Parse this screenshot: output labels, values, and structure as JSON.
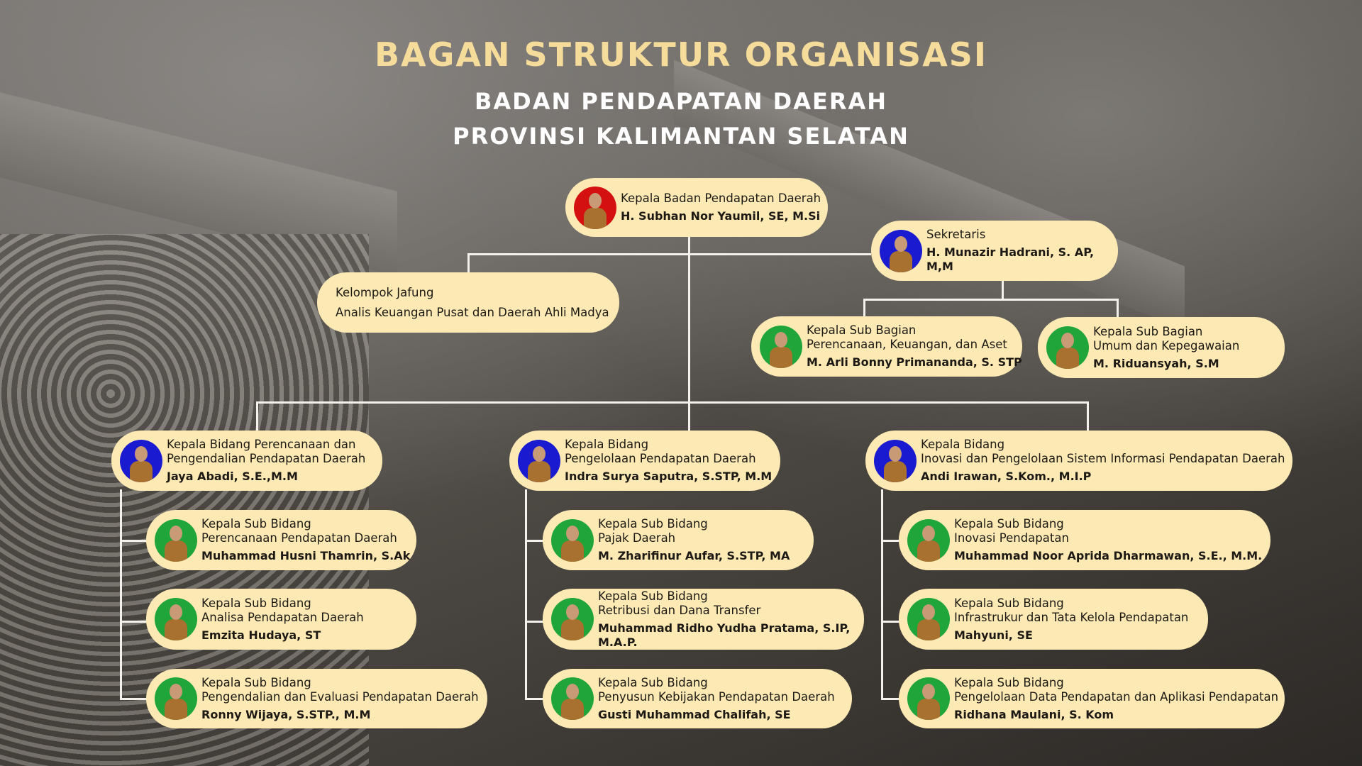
{
  "header": {
    "title": "BAGAN STRUKTUR ORGANISASI",
    "subtitle1": "BADAN PENDAPATAN DAERAH",
    "subtitle2": "PROVINSI KALIMANTAN SELATAN"
  },
  "colors": {
    "card": "#fde9b3",
    "title": "#f6dc9a",
    "photo_red": "#d41010",
    "photo_blue": "#1a1ad0",
    "photo_green": "#1fa53a"
  },
  "nodes": [
    {
      "id": "kepala",
      "role": [
        "Kepala Badan Pendapatan Daerah"
      ],
      "name": "H. Subhan Nor Yaumil, SE, M.Si",
      "photo": "red"
    },
    {
      "id": "sekretaris",
      "role": [
        "Sekretaris"
      ],
      "name": "H. Munazir Hadrani, S. AP, M,M",
      "photo": "blue"
    },
    {
      "id": "jafung",
      "role": [
        "Kelompok Jafung"
      ],
      "name": "Analis Keuangan Pusat dan Daerah Ahli Madya",
      "photo": null
    },
    {
      "id": "subbag1",
      "role": [
        "Kepala Sub Bagian",
        "Perencanaan, Keuangan, dan Aset"
      ],
      "name": "M. Arli Bonny Primananda, S. STP",
      "photo": "green"
    },
    {
      "id": "subbag2",
      "role": [
        "Kepala Sub Bagian",
        "Umum dan Kepegawaian"
      ],
      "name": "M. Riduansyah, S.M",
      "photo": "green"
    },
    {
      "id": "bid1",
      "role": [
        "Kepala Bidang Perencanaan dan",
        "Pengendalian Pendapatan Daerah"
      ],
      "name": "Jaya Abadi, S.E.,M.M",
      "photo": "blue"
    },
    {
      "id": "bid2",
      "role": [
        "Kepala Bidang",
        "Pengelolaan Pendapatan Daerah"
      ],
      "name": "Indra Surya Saputra, S.STP, M.M",
      "photo": "blue"
    },
    {
      "id": "bid3",
      "role": [
        "Kepala Bidang",
        "Inovasi dan Pengelolaan Sistem Informasi Pendapatan Daerah"
      ],
      "name": "Andi Irawan, S.Kom., M.I.P",
      "photo": "blue"
    },
    {
      "id": "s11",
      "role": [
        "Kepala Sub Bidang",
        "Perencanaan Pendapatan Daerah"
      ],
      "name": "Muhammad Husni Thamrin, S.Ak",
      "photo": "green"
    },
    {
      "id": "s12",
      "role": [
        "Kepala Sub Bidang",
        "Analisa Pendapatan Daerah"
      ],
      "name": "Emzita Hudaya, ST",
      "photo": "green"
    },
    {
      "id": "s13",
      "role": [
        "Kepala Sub Bidang",
        "Pengendalian dan Evaluasi Pendapatan Daerah"
      ],
      "name": "Ronny Wijaya, S.STP., M.M",
      "photo": "green"
    },
    {
      "id": "s21",
      "role": [
        "Kepala Sub Bidang",
        "Pajak Daerah"
      ],
      "name": "M. Zharifinur Aufar, S.STP, MA",
      "photo": "green"
    },
    {
      "id": "s22",
      "role": [
        "Kepala Sub Bidang",
        "Retribusi dan Dana Transfer"
      ],
      "name": "Muhammad Ridho Yudha Pratama, S.IP, M.A.P.",
      "photo": "green"
    },
    {
      "id": "s23",
      "role": [
        "Kepala Sub Bidang",
        "Penyusun Kebijakan Pendapatan Daerah"
      ],
      "name": "Gusti Muhammad Chalifah, SE",
      "photo": "green"
    },
    {
      "id": "s31",
      "role": [
        "Kepala Sub Bidang",
        "Inovasi Pendapatan"
      ],
      "name": "Muhammad Noor Aprida Dharmawan, S.E., M.M.",
      "photo": "green"
    },
    {
      "id": "s32",
      "role": [
        "Kepala Sub Bidang",
        "Infrastrukur dan Tata Kelola Pendapatan"
      ],
      "name": "Mahyuni, SE",
      "photo": "green"
    },
    {
      "id": "s33",
      "role": [
        "Kepala Sub Bidang",
        "Pengelolaan Data Pendapatan dan Aplikasi Pendapatan"
      ],
      "name": "Ridhana Maulani, S. Kom",
      "photo": "green"
    }
  ]
}
